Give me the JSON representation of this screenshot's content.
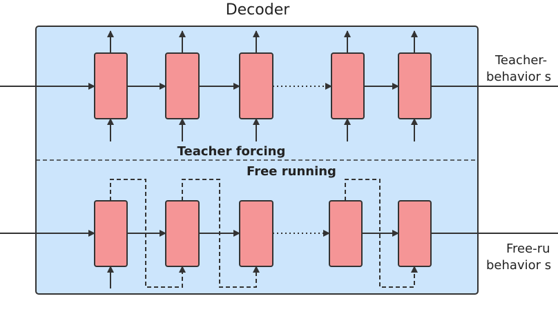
{
  "title": "Decoder",
  "sections": {
    "top": "Teacher forcing",
    "bottom": "Free running"
  },
  "side_labels": {
    "top_line1": "Teacher-",
    "top_line2": "behavior s",
    "bottom_line1": "Free-ru",
    "bottom_line2": "behavior s"
  },
  "colors": {
    "panel": "#cce5fc",
    "cell": "#f59596",
    "stroke": "#333333"
  }
}
